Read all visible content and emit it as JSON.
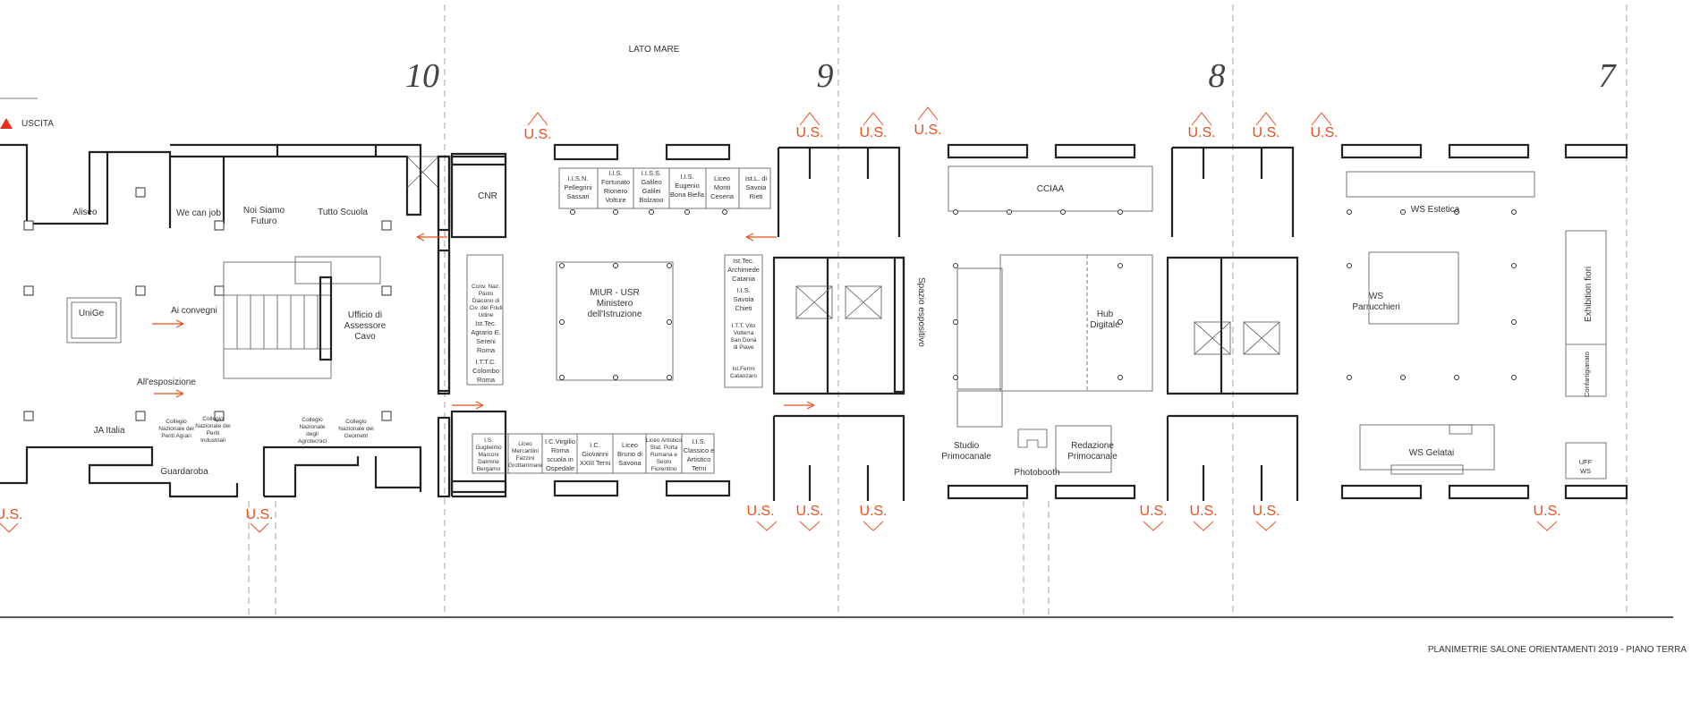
{
  "header": {
    "lato_mare": "LATO MARE",
    "uscita": "USCITA"
  },
  "bay_numbers": [
    "10",
    "9",
    "8",
    "7"
  ],
  "exit_label": "U.S.",
  "footer_title": "PLANIMETRIE SALONE ORIENTAMENTI 2019 - PIANO TERRA",
  "colors": {
    "accent": "#e8501f",
    "wall": "#222222"
  },
  "areas": {
    "aliseo": "Aliseo",
    "we_can_job": "We can job",
    "noi_siamo_futuro": [
      "Noi Siamo",
      "Futuro"
    ],
    "tutto_scuola": "Tutto Scuola",
    "unige": "UniGe",
    "ai_convegni": "Ai convegni",
    "ufficio_assessore": [
      "Ufficio di",
      "Assessore",
      "Cavo"
    ],
    "all_esposizione": "All'esposizione",
    "ja_italia": "JA Italia",
    "collegio_agrari": [
      "Collegio",
      "Nazionale dei",
      "Periti Agrari"
    ],
    "collegio_industriali": [
      "Collegio",
      "Nazionale dei",
      "Periti",
      "Industriali"
    ],
    "guardaroba": "Guardaroba",
    "collegio_agrotecnici": [
      "Collegio",
      "Nazionale",
      "degli",
      "Agrotecnici"
    ],
    "collegio_geometri": [
      "Collegio",
      "Nazionale dei",
      "Geometri"
    ],
    "cnr": "CNR",
    "conv_naz": [
      "Conv. Naz.",
      "Paolo",
      "Diacono di",
      "Civ. del Friuli",
      "Udine"
    ],
    "ist_tec_agrario": [
      "Ist.Tec.",
      "Agrario E.",
      "Sereni",
      "Roma"
    ],
    "ittc_colombo": [
      "I.T.T.C.",
      "Colombo",
      "Roma"
    ],
    "iisn_pellegrini": [
      "I.I.S.N.",
      "Pellegrini",
      "Sassari"
    ],
    "iis_fortunato": [
      "I.I.S.",
      "Fortunato",
      "Rionero",
      "Volture"
    ],
    "iiss_galileo": [
      "I.I.S.S.",
      "Galileo",
      "Galilei",
      "Bolzano"
    ],
    "iis_eugenio": [
      "I.I.S.",
      "Eugenio",
      "Bona Biella"
    ],
    "liceo_monti": [
      "Liceo",
      "Monti",
      "Cesena"
    ],
    "istl_savoia_rieti": [
      "Ist.L. di",
      "Savoia",
      "Rieti"
    ],
    "miur_usr": [
      "MIUR - USR",
      "Ministero",
      "dell'Istruzione"
    ],
    "ist_tec_archimede": [
      "Ist.Tec.",
      "Archimede",
      "Catania"
    ],
    "iis_savoia_chieti": [
      "I.I.S.",
      "Savoia",
      "Chieti"
    ],
    "itt_volterra": [
      "I.T.T. Vito",
      "Volterra",
      "San Donà",
      "di Piave"
    ],
    "ist_fermi": [
      "Ist.Fermi",
      "Catanzaro"
    ],
    "is_guglielmo": [
      "I.S.",
      "Guglielmo",
      "Marconi",
      "Dalmine",
      "Bergamo"
    ],
    "liceo_mercantini": [
      "Liceo",
      "Mercantini",
      "Fazzini",
      "Grottammare"
    ],
    "ic_virgilio": [
      "I.C.Virgilio",
      "Roma",
      "scuola in",
      "Ospedale"
    ],
    "ic_giovanni": [
      "I.C.",
      "Giovanni",
      "XXIII Terni"
    ],
    "liceo_bruno": [
      "Liceo",
      "Bruno di",
      "Savona"
    ],
    "liceo_artistico_porta": [
      "Liceo Artistico",
      "Stat. Porta",
      "Romana e",
      "Sesto",
      "Fiorentino"
    ],
    "iis_classico_terni": [
      "I.I.S.",
      "Classico e",
      "Artistico",
      "Terni"
    ],
    "spazio_espositivo": "Spazio espositivo",
    "cciaa": "CCIAA",
    "hub_digitale": [
      "Hub",
      "Digitale"
    ],
    "studio_primocanale": [
      "Studio",
      "Primocanale"
    ],
    "photobooth": "Photobooth",
    "redazione_primocanale": [
      "Redazione",
      "Primocanale"
    ],
    "ws_estetica": "WS Estetica",
    "ws_parrucchieri": [
      "WS",
      "Parrucchieri"
    ],
    "ws_gelatai": "WS Gelatai",
    "exhibition_fiori": "Exhibition fiori",
    "confartigianato": "Confartigianato",
    "uff_ws": [
      "UFF",
      "WS"
    ]
  }
}
